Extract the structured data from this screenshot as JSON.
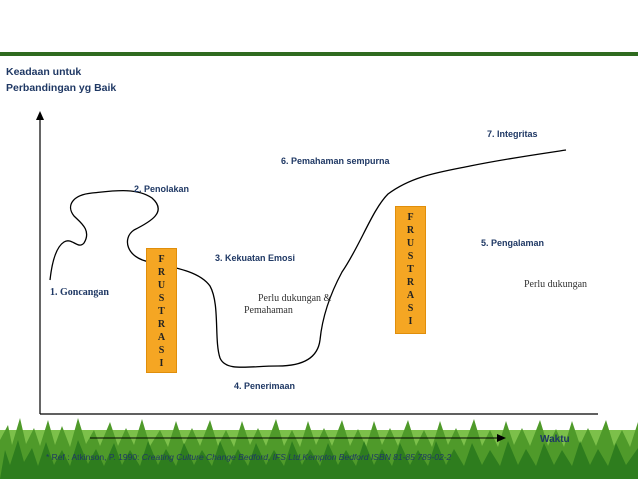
{
  "y_axis_label": [
    "Keadaan untuk",
    "Perbandingan yg Baik"
  ],
  "x_axis_label": "Waktu",
  "stages": [
    {
      "label": "1. Goncangan",
      "style": "serif"
    },
    {
      "label": "2. Penolakan",
      "style": "sans"
    },
    {
      "label": "3. Kekuatan Emosi",
      "style": "sans"
    },
    {
      "label": "4. Penerimaan",
      "style": "sans"
    },
    {
      "label": "5. Pengalaman",
      "style": "sans"
    },
    {
      "label": "6. Pemahaman sempurna",
      "style": "sans"
    },
    {
      "label": "7. Integritas",
      "style": "sans"
    }
  ],
  "support_notes": {
    "note1_line1": "Perlu dukungan &",
    "note1_line2": "Pemahaman",
    "note2": "Perlu dukungan"
  },
  "frustrasi_boxes": [
    {
      "letters": [
        "F",
        "R",
        "U",
        "S",
        "T",
        "R",
        "A",
        "S",
        "I"
      ]
    },
    {
      "letters": [
        "F",
        "R",
        "U",
        "S",
        "T",
        "R",
        "A",
        "S",
        "I"
      ]
    }
  ],
  "reference": {
    "prefix": "* Ref : Atkinson, P. 1990: ",
    "title": "Creating Culture Change Bedford, IFS Ltd,Kempton Bedford ISBN 81-85 789-02-2"
  },
  "colors": {
    "header_bar": "#2f6b1f",
    "label_text": "#1f3864",
    "frustrasi_box": "#f5a623",
    "grass": "#4f9a2a"
  }
}
